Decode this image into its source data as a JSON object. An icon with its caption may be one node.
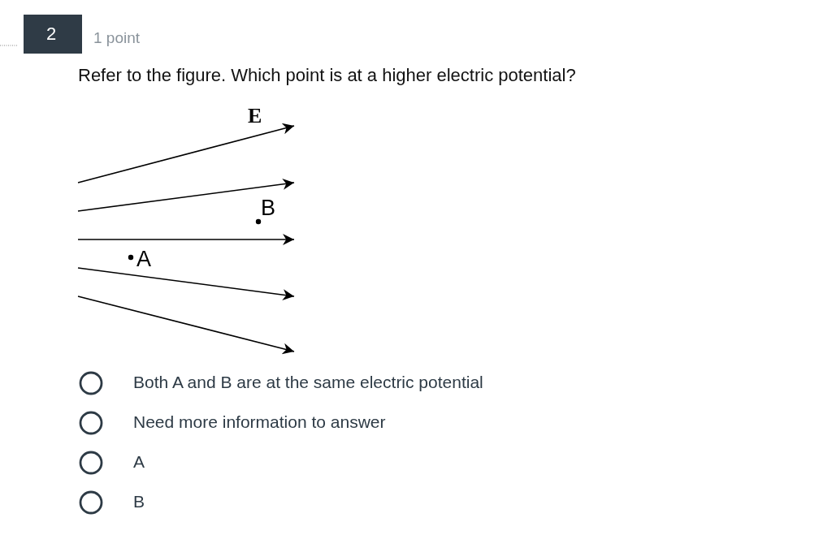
{
  "diagram": {
    "labels": [
      "2",
      "1 point",
      "Refer to the figure. Which point is at a higher electric potential?",
      "E",
      "B",
      "A",
      "Both A and B are at the same electric potential",
      "Need more information to answer",
      "A",
      "B"
    ]
  }
}
